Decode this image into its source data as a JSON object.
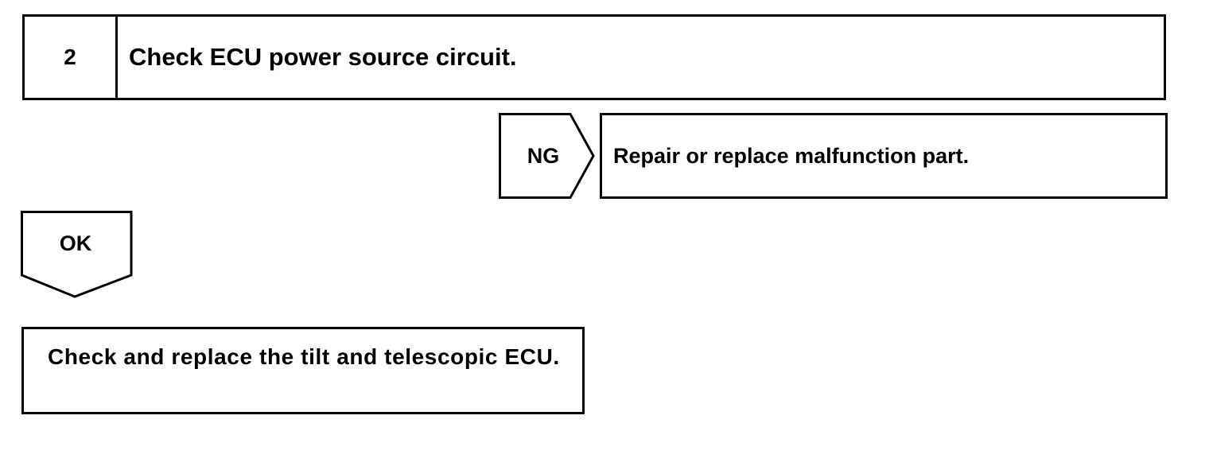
{
  "step": {
    "number": "2",
    "title": "Check ECU power source circuit."
  },
  "ng_branch": {
    "label": "NG",
    "action": "Repair or replace malfunction part."
  },
  "ok_branch": {
    "label": "OK",
    "action": "Check and replace the tilt and telescopic ECU."
  }
}
